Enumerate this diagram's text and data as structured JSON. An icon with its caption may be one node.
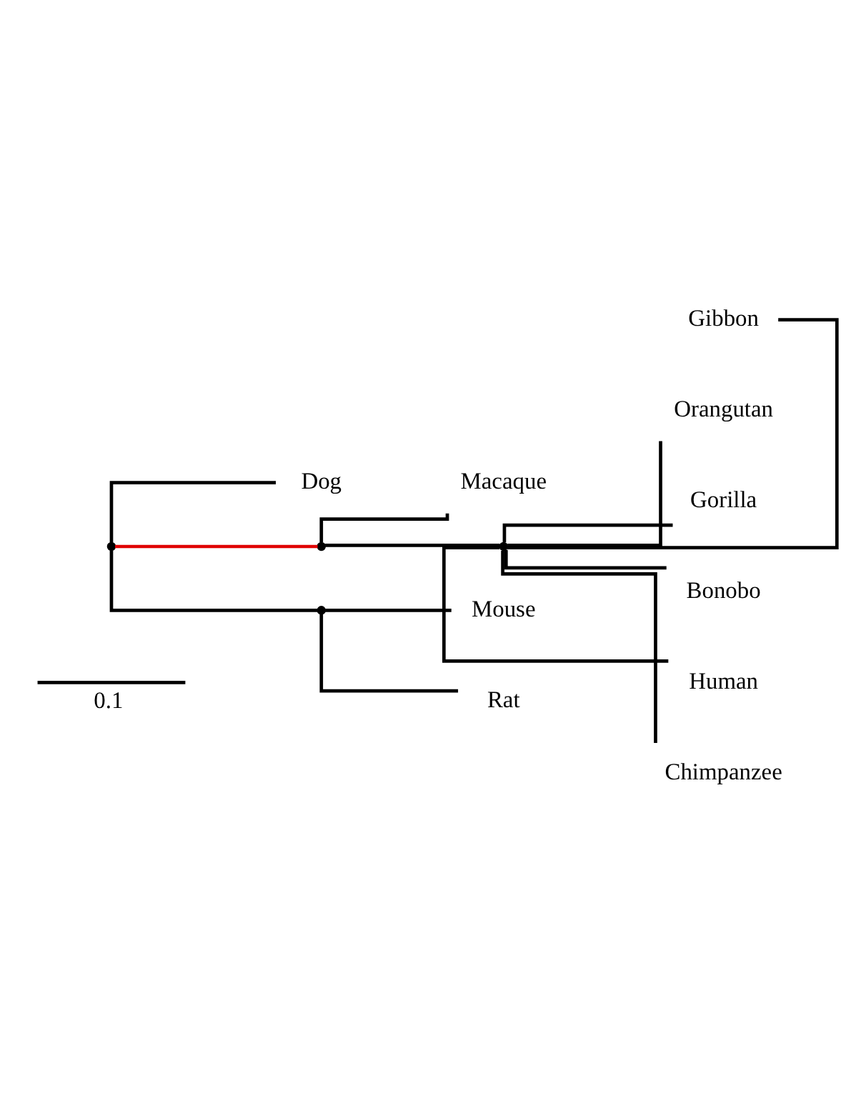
{
  "diagram": {
    "nodes": [
      {
        "text": [],
        "shape": "point"
      },
      {
        "text": [
          "Dog"
        ]
      },
      {
        "text": [],
        "shape": "point"
      },
      {
        "text": [
          "Macaque"
        ]
      },
      {
        "text": [],
        "shape": "point"
      },
      {
        "text": [
          "Gibbon"
        ]
      },
      {
        "text": [
          "Orangutan"
        ]
      },
      {
        "text": [
          "Gorilla"
        ]
      },
      {
        "text": [
          "Bonobo"
        ]
      },
      {
        "text": [
          "Human"
        ]
      },
      {
        "text": [
          "Chimpanzee"
        ]
      },
      {
        "text": [],
        "shape": "point"
      },
      {
        "text": [
          "Mouse"
        ]
      },
      {
        "text": [
          "Rat"
        ]
      }
    ],
    "edges": [
      {
        "from": 0,
        "to": 1,
        "arrow": "none"
      },
      {
        "from": 0,
        "to": 2,
        "arrow": "none",
        "color": "#e00000"
      },
      {
        "from": 2,
        "to": 3,
        "arrow": "none"
      },
      {
        "from": 2,
        "to": 4,
        "arrow": "none"
      },
      {
        "from": 4,
        "to": 5,
        "arrow": "none"
      },
      {
        "from": 4,
        "to": 6,
        "arrow": "none"
      },
      {
        "from": 4,
        "to": 7,
        "arrow": "none"
      },
      {
        "from": 4,
        "to": 8,
        "arrow": "none"
      },
      {
        "from": 4,
        "to": 9,
        "arrow": "none"
      },
      {
        "from": 4,
        "to": 10,
        "arrow": "none"
      },
      {
        "from": 0,
        "to": 11,
        "arrow": "none"
      },
      {
        "from": 11,
        "to": 12,
        "arrow": "none"
      },
      {
        "from": 11,
        "to": 13,
        "arrow": "none"
      }
    ],
    "labels": [
      "0.1"
    ]
  }
}
